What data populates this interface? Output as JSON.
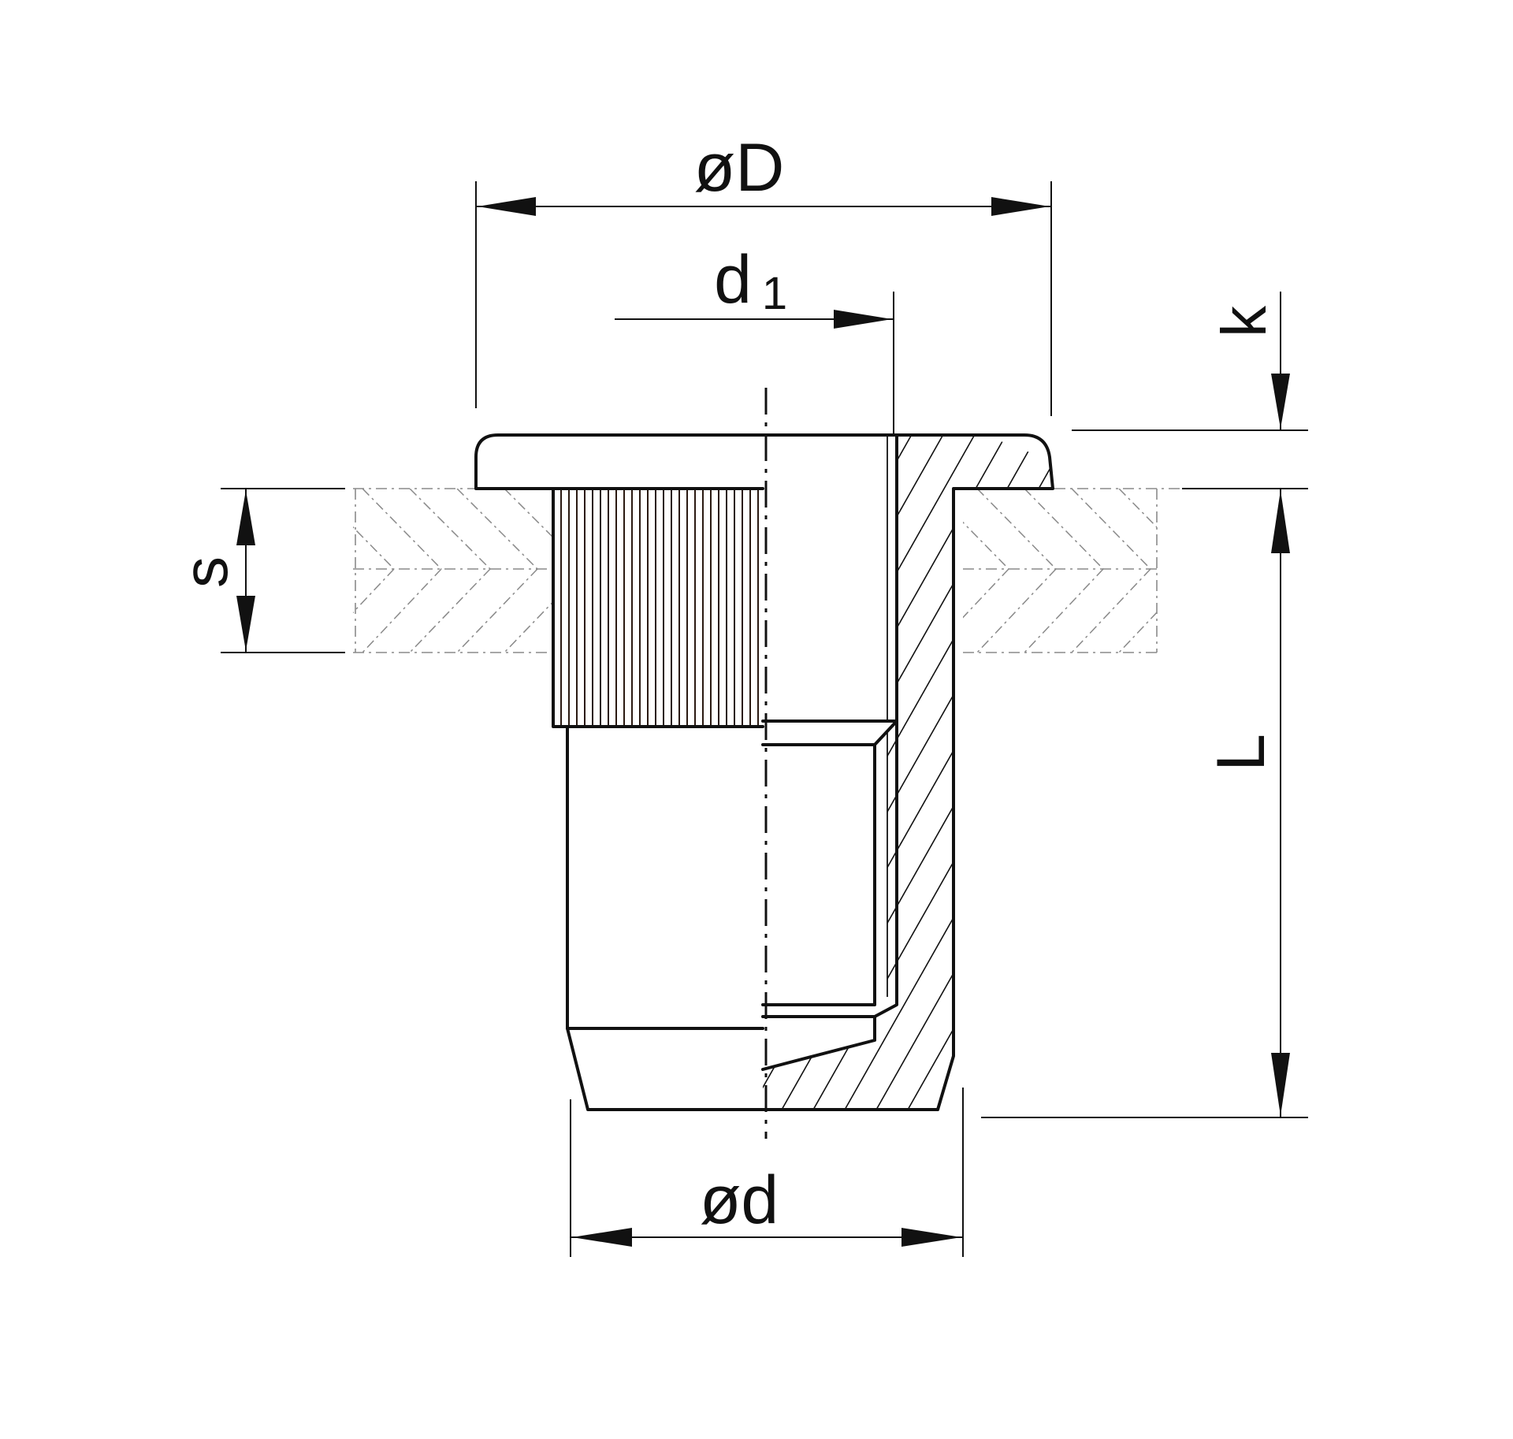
{
  "diagram": {
    "labels": {
      "head_diameter": "øD",
      "thread_diameter": "d",
      "thread_diameter_sub": "1",
      "head_height": "k",
      "grip_range": "s",
      "length": "L",
      "shank_diameter": "ød"
    },
    "colors": {
      "line": "#111111",
      "phantom": "#8a8a8a",
      "knurl": "#2b1a12",
      "background": "#ffffff"
    }
  }
}
